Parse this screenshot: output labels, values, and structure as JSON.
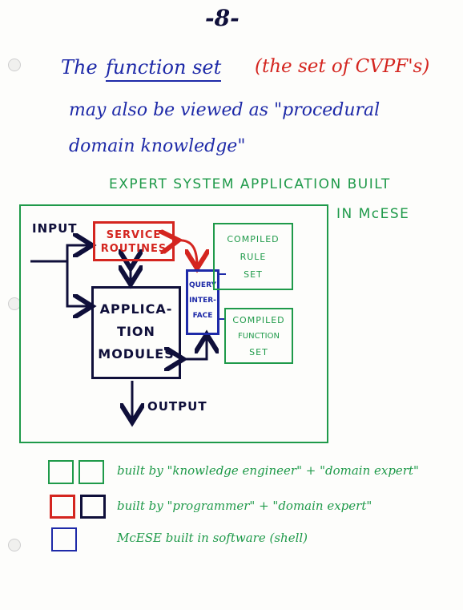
{
  "page_number": "-8-",
  "intro": {
    "line1_a": "The",
    "line1_b": "function set",
    "line1_paren": "(the set of CVPF's)",
    "line2": "may also be viewed as \"procedural",
    "line3": "domain knowledge\""
  },
  "diagram": {
    "title_line1": "EXPERT SYSTEM APPLICATION BUILT",
    "title_line2": "IN McESE",
    "input_label": "INPUT",
    "output_label": "OUTPUT",
    "service_routines": [
      "SERVICE",
      "ROUTINES"
    ],
    "application_modules": [
      "APPLICA-",
      "TION",
      "MODULES"
    ],
    "query_interface": [
      "QUERY",
      "INTER-",
      "FACE"
    ],
    "compiled_rule_set": [
      "COMPILED",
      "RULE",
      "SET"
    ],
    "compiled_function_set": [
      "COMPILED",
      "FUNCTION",
      "SET"
    ]
  },
  "legend": [
    {
      "text": "built by \"knowledge engineer\" + \"domain expert\""
    },
    {
      "text": "built by \"programmer\" + \"domain expert\""
    },
    {
      "text": "McESE built in software (shell)"
    }
  ],
  "colors": {
    "blue_ink": "#1e2aa8",
    "red_ink": "#d4251f",
    "green_ink": "#1f9a4a",
    "navy_ink": "#0f0f3a"
  }
}
